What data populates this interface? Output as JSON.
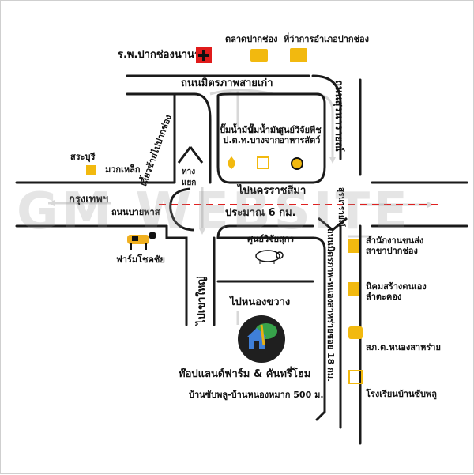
{
  "roads": {
    "top_road": "ถนนมิตรภาพสายเก่า",
    "left_road": "กรุงเทพฯ",
    "left_road_2": "ถนนบายพาส",
    "right_road": "ถนนสุรนารายณ์",
    "to_korat": "ไปนครราชสีมา",
    "distance": "ประมาณ 6 กม.",
    "to_khaoyai": "ไปเขาใหญ่",
    "to_nongkhwang": "ไปหนองขวาง",
    "side_road": "ถนนมิตรภาพ-หนองสาหร่ายซอย 18 กม.",
    "junction_left": "เลี้ยวซ้ายไปปากช่อง",
    "junction_label": "ทางแยก",
    "right_small": "สุรนารายณ์"
  },
  "places": {
    "hospital": "ร.พ.ปากช่องนานา",
    "market": "ตลาดปากช่อง",
    "district_office": "ที่ว่าการอำเภอปากช่อง",
    "saraburi": "สระบุรี",
    "mua_lek": "มวกเหล็ก",
    "chokchai_farm": "ฟาร์มโชคชัย",
    "gas_ptt_line1": "ปั๊มน้ำมัน",
    "gas_ptt_line2": "ป.ต.ท.",
    "gas_bangchak_line1": "ปั๊มน้ำมัน",
    "gas_bangchak_line2": "บางจาก",
    "research_center_line1": "ศูนย์วิจัยพืช",
    "research_center_line2": "อาหารสัตว์",
    "swine_center": "ศูนย์วิจัยสุกร",
    "post_office_line1": "สำนักงานขนส่ง",
    "post_office_line2": "สาขาปากช่อง",
    "self_help_line1": "นิคมสร้างตนเอง",
    "self_help_line2": "ลำตะคอง",
    "police_station": "สภ.ต.หนองสาหร่าย",
    "school": "โรงเรียนบ้านซับพลู"
  },
  "destination": {
    "name": "ท๊อปแลนด์ฟาร์ม & คันทรี่โฮม",
    "sub": "บ้านซับพลู-บ้านหนองหมาก 500 ม."
  },
  "watermark": "GM WEBSITE",
  "colors": {
    "road": "#1a1a1a",
    "arrow": "#dddddd",
    "divider": "#e02020",
    "icon_yellow": "#f2b90f",
    "hospital_red": "#e01b1b"
  }
}
